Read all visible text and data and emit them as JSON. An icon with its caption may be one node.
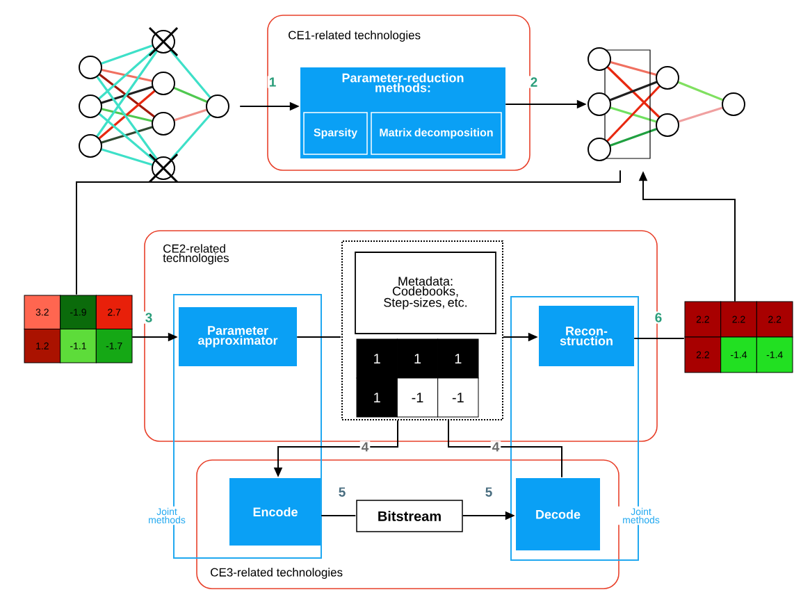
{
  "diagram": {
    "nodes": [
      {
        "text": [],
        "shape": "picture"
      },
      {
        "text": [
          "CE1-related technologies"
        ]
      },
      {
        "text": [
          "Parameter-reduction methods:"
        ],
        "in": 1
      },
      {
        "text": [
          "Sparsity"
        ],
        "in": 2
      },
      {
        "text": [
          "Matrix decomposition"
        ],
        "in": 2
      },
      {
        "text": [],
        "shape": "picture"
      },
      {
        "text": [
          "3.2",
          "-1.9",
          "2.7",
          "1.2",
          "-1.1",
          "-1.7"
        ]
      },
      {
        "text": [
          "CE2-related technologies"
        ]
      },
      {
        "text": [
          "Parameter approximator"
        ],
        "in": 7
      },
      {
        "text": [],
        "shape": "box",
        "in": 7
      },
      {
        "text": [
          "Metadata: Codebooks, Step-sizes, etc."
        ],
        "in": 9
      },
      {
        "text": [
          "1",
          "1",
          "1",
          "1",
          "-1",
          "-1"
        ],
        "in": 9
      },
      {
        "text": [
          "Recon- struction"
        ],
        "in": 7
      },
      {
        "text": [
          "2.2",
          "2.2",
          "2.2",
          "2.2",
          "-1.4",
          "-1.4"
        ]
      },
      {
        "text": [
          "CE3-related technologies"
        ]
      },
      {
        "text": [
          "Encode"
        ],
        "in": 14
      },
      {
        "text": [
          "Bitstream"
        ],
        "in": 14
      },
      {
        "text": [
          "Decode"
        ],
        "in": 14
      }
    ],
    "edges": [
      {
        "from": 0,
        "to": 2,
        "arrow": "to",
        "label": "1"
      },
      {
        "from": 2,
        "to": 5,
        "arrow": "to",
        "label": "2"
      },
      {
        "from": 5,
        "to": 6,
        "arrow": "none"
      },
      {
        "from": 6,
        "to": 8,
        "arrow": "to",
        "label": "3"
      },
      {
        "from": 8,
        "to": 9,
        "arrow": "none"
      },
      {
        "from": 9,
        "to": 12,
        "arrow": "to"
      },
      {
        "from": 12,
        "to": 13,
        "arrow": "none",
        "label": "6"
      },
      {
        "from": 13,
        "to": 5,
        "arrow": "to"
      },
      {
        "from": 9,
        "to": 15,
        "arrow": "to",
        "label": "4"
      },
      {
        "from": 9,
        "to": 17,
        "arrow": "none",
        "label": "4"
      },
      {
        "from": 15,
        "to": 16,
        "arrow": "none",
        "label": "5"
      },
      {
        "from": 16,
        "to": 17,
        "arrow": "to",
        "label": "5"
      }
    ],
    "labels": [
      "Joint methods",
      "Joint methods"
    ]
  }
}
